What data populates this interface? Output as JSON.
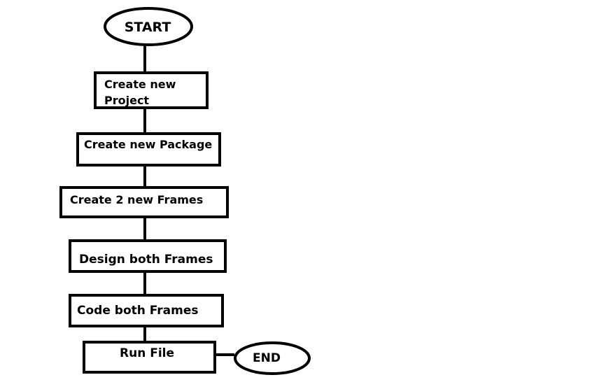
{
  "flowchart": {
    "start": {
      "label": "START"
    },
    "steps": [
      {
        "lines": [
          "Create new",
          "Project"
        ]
      },
      {
        "lines": [
          "Create new Package"
        ]
      },
      {
        "lines": [
          "Create 2 new Frames"
        ]
      },
      {
        "lines": [
          "Design both Frames"
        ]
      },
      {
        "lines": [
          "Code both Frames"
        ]
      },
      {
        "lines": [
          "Run File"
        ]
      }
    ],
    "end": {
      "label": "END"
    },
    "colors": {
      "stroke": "#000000",
      "fill": "#ffffff",
      "text": "#000000"
    }
  }
}
